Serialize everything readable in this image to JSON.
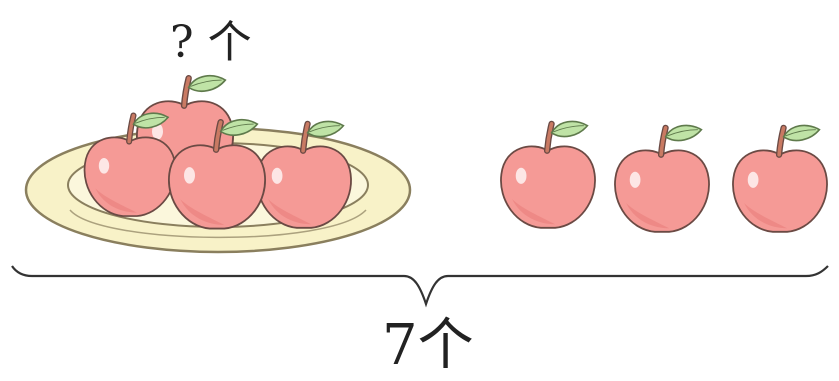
{
  "question_label": "? 个",
  "total_label": "7个",
  "colors": {
    "apple_fill": "#f59a96",
    "apple_shade": "#e97f7c",
    "apple_stroke": "#6b4a44",
    "leaf_fill": "#bfe3a6",
    "stem": "#c97a63",
    "plate_outer": "#f8f2c8",
    "plate_inner": "#fbf7dc",
    "plate_stroke": "#8a7f5e",
    "brace": "#333333"
  },
  "scene": {
    "apples_on_plate": 4,
    "apples_outside": 3,
    "apples_total": 7
  }
}
